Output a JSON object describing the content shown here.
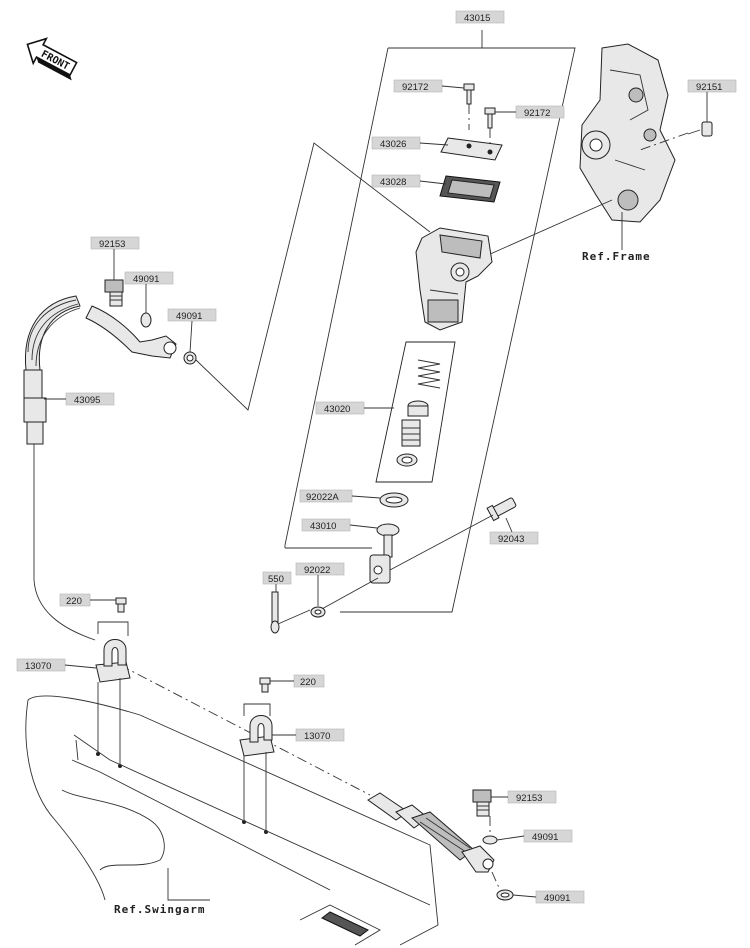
{
  "front_badge": "FRONT",
  "refs": {
    "frame": "Ref.Frame",
    "swingarm": "Ref.Swingarm"
  },
  "labels": [
    {
      "id": "43015",
      "text": "43015"
    },
    {
      "id": "92172a",
      "text": "92172"
    },
    {
      "id": "92172b",
      "text": "92172"
    },
    {
      "id": "92151",
      "text": "92151"
    },
    {
      "id": "43026",
      "text": "43026"
    },
    {
      "id": "43028",
      "text": "43028"
    },
    {
      "id": "92153a",
      "text": "92153"
    },
    {
      "id": "49091a",
      "text": "49091"
    },
    {
      "id": "49091b",
      "text": "49091"
    },
    {
      "id": "43095",
      "text": "43095"
    },
    {
      "id": "43020",
      "text": "43020"
    },
    {
      "id": "92022A",
      "text": "92022A"
    },
    {
      "id": "43010",
      "text": "43010"
    },
    {
      "id": "92043",
      "text": "92043"
    },
    {
      "id": "550",
      "text": "550"
    },
    {
      "id": "92022",
      "text": "92022"
    },
    {
      "id": "220a",
      "text": "220"
    },
    {
      "id": "13070a",
      "text": "13070"
    },
    {
      "id": "220b",
      "text": "220"
    },
    {
      "id": "13070b",
      "text": "13070"
    },
    {
      "id": "92153b",
      "text": "92153"
    },
    {
      "id": "49091c",
      "text": "49091"
    },
    {
      "id": "49091d",
      "text": "49091"
    }
  ]
}
